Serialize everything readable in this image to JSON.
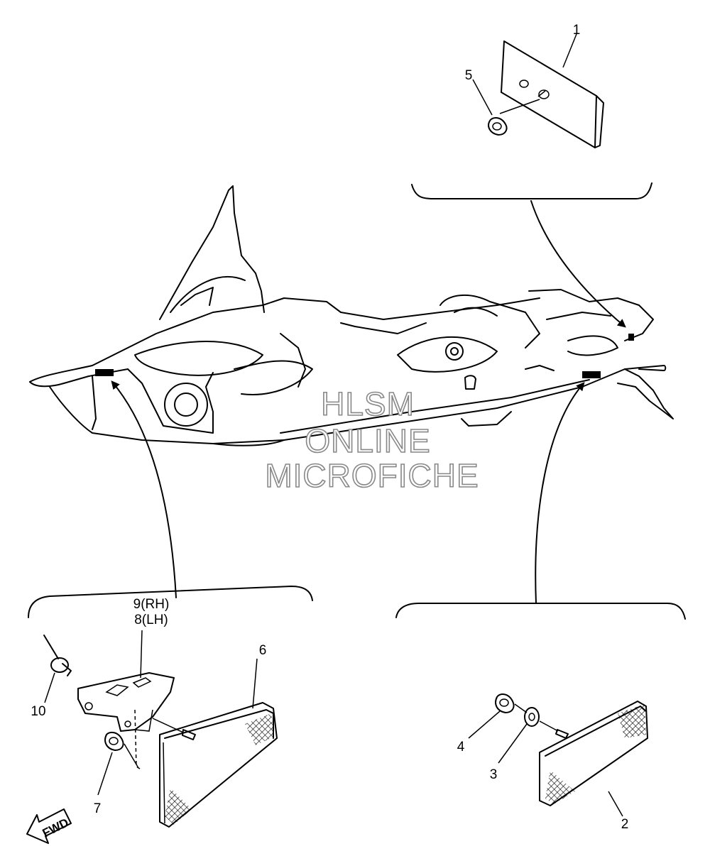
{
  "watermark": {
    "line1": "HLSM",
    "line2": "ONLINE",
    "line3": "MICROFICHE"
  },
  "callouts": [
    {
      "id": "1",
      "label": "1"
    },
    {
      "id": "2",
      "label": "2"
    },
    {
      "id": "3",
      "label": "3"
    },
    {
      "id": "4",
      "label": "4"
    },
    {
      "id": "5",
      "label": "5"
    },
    {
      "id": "6",
      "label": "6"
    },
    {
      "id": "7",
      "label": "7"
    },
    {
      "id": "9rh",
      "label": "9(RH)"
    },
    {
      "id": "8lh",
      "label": "8(LH)"
    },
    {
      "id": "10",
      "label": "10"
    }
  ],
  "fwd_label": "FWD"
}
